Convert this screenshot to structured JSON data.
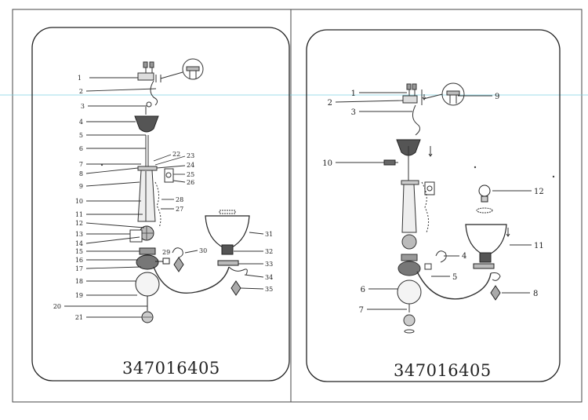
{
  "left_panel": {
    "code": "347016405",
    "callouts": [
      "1",
      "2",
      "3",
      "4",
      "5",
      "6",
      "7",
      "8",
      "9",
      "10",
      "11",
      "12",
      "13",
      "14",
      "15",
      "16",
      "17",
      "18",
      "19",
      "20",
      "21",
      "22",
      "23",
      "24",
      "25",
      "26",
      "27",
      "28",
      "29",
      "30",
      "31",
      "32",
      "33",
      "34",
      "35"
    ]
  },
  "right_panel": {
    "code": "347016405",
    "callouts": [
      "1",
      "2",
      "3",
      "4",
      "5",
      "6",
      "7",
      "8",
      "9",
      "10",
      "11",
      "12"
    ]
  },
  "colors": {
    "line": "#333333",
    "frame": "#222222",
    "guide": "#7fd3e0",
    "part_fill": "#cfcfcf"
  }
}
